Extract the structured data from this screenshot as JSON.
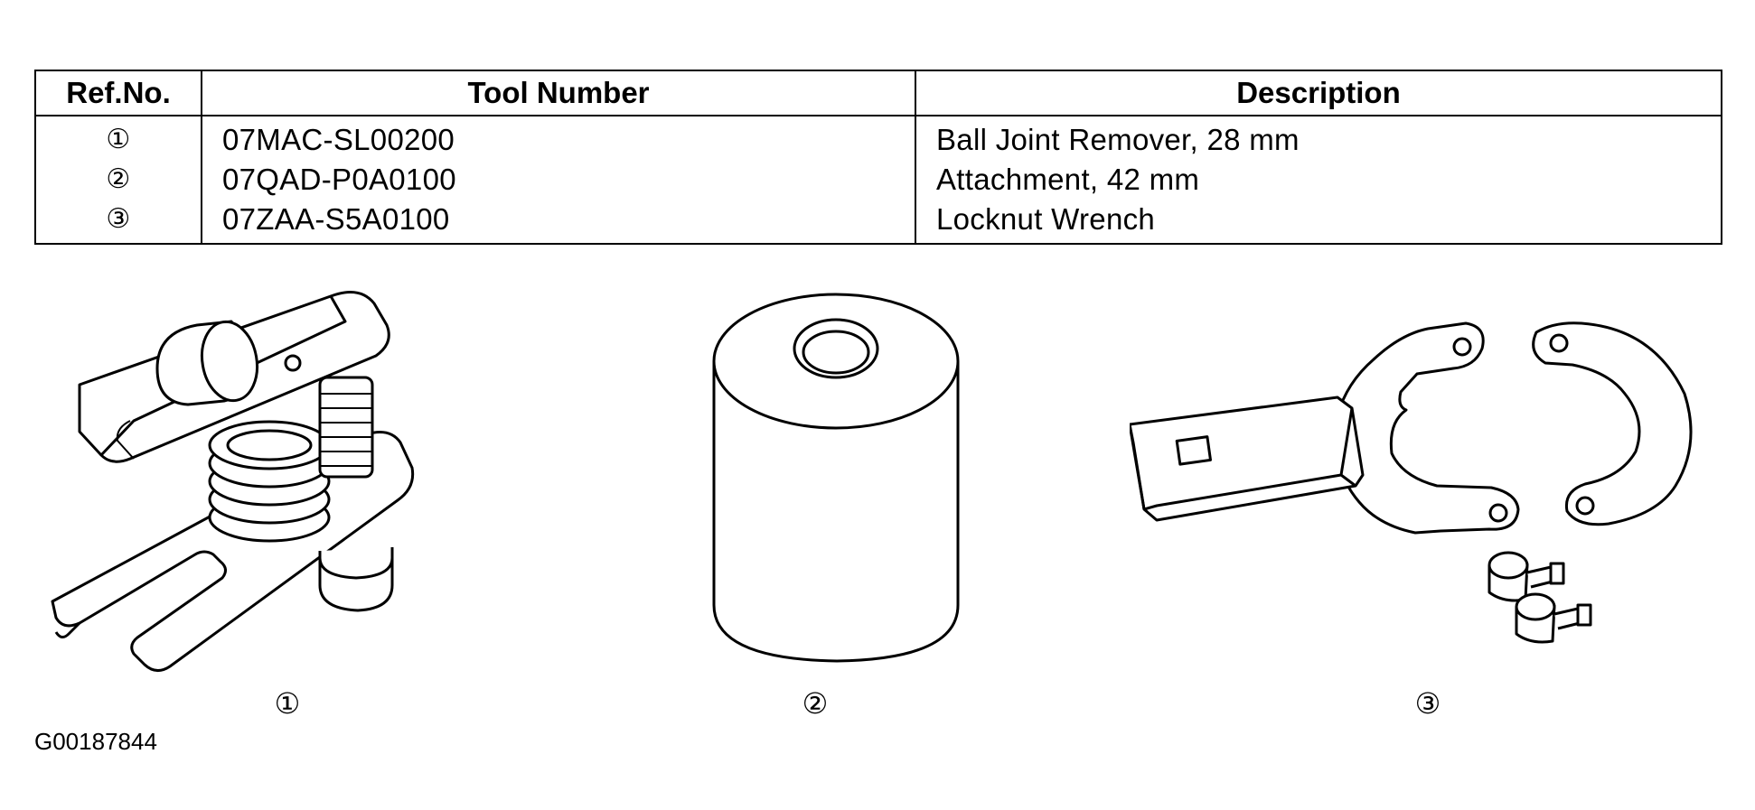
{
  "table": {
    "headers": {
      "ref": "Ref.No.",
      "tool_number": "Tool Number",
      "description": "Description"
    },
    "rows": [
      {
        "ref": "①",
        "tool_number": "07MAC-SL00200",
        "description": "Ball Joint Remover, 28 mm"
      },
      {
        "ref": "②",
        "tool_number": "07QAD-P0A0100",
        "description": "Attachment, 42 mm"
      },
      {
        "ref": "③",
        "tool_number": "07ZAA-S5A0100",
        "description": "Locknut Wrench"
      }
    ]
  },
  "figures": [
    {
      "label": "①",
      "icon": "ball-joint-remover-illustration"
    },
    {
      "label": "②",
      "icon": "attachment-cylinder-illustration"
    },
    {
      "label": "③",
      "icon": "locknut-wrench-set-illustration"
    }
  ],
  "figure_id": "G00187844"
}
